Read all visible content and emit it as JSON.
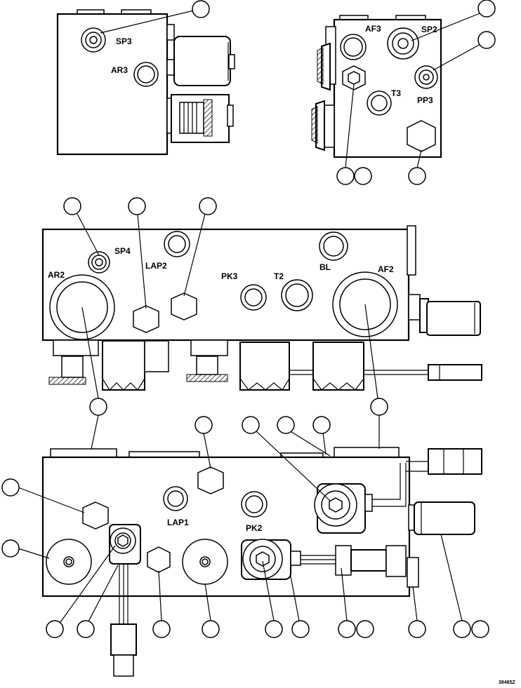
{
  "labels": {
    "sp3": "SP3",
    "ar3": "AR3",
    "af3": "AF3",
    "sp2": "SP2",
    "pp3": "PP3",
    "t3": "T3",
    "sp4": "SP4",
    "ar2": "AR2",
    "lap2": "LAP2",
    "pk3": "PK3",
    "t2": "T2",
    "bl": "BL",
    "af2": "AF2",
    "lap1": "LAP1",
    "pk2": "PK2"
  },
  "figure_code": "38485Z"
}
